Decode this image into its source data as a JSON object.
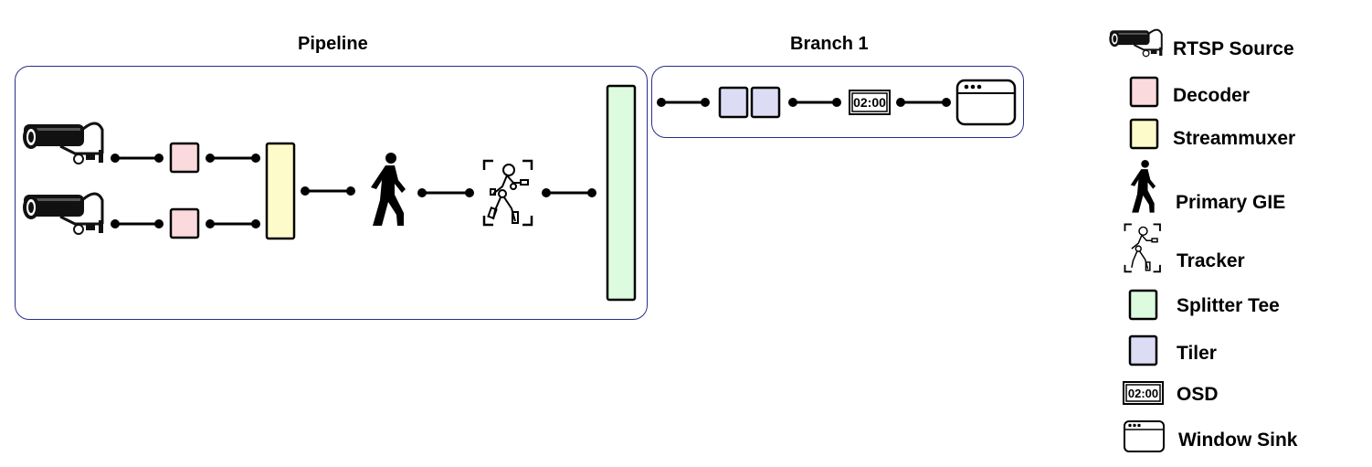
{
  "pipeline": {
    "title": "Pipeline"
  },
  "branch": {
    "title": "Branch 1"
  },
  "osd_icon_text": "02:00",
  "colors": {
    "decoder": "#fadadd",
    "streammuxer": "#fdfbc9",
    "splitter": "#ddfbdf",
    "tiler": "#dcdcf4",
    "box_border": "#2b2d8c"
  },
  "legend": {
    "rtsp_source": "RTSP Source",
    "decoder": "Decoder",
    "streammuxer": "Streammuxer",
    "primary_gie": "Primary GIE",
    "tracker": "Tracker",
    "splitter_tee": "Splitter Tee",
    "tiler": "Tiler",
    "osd": "OSD",
    "window_sink": "Window Sink"
  }
}
